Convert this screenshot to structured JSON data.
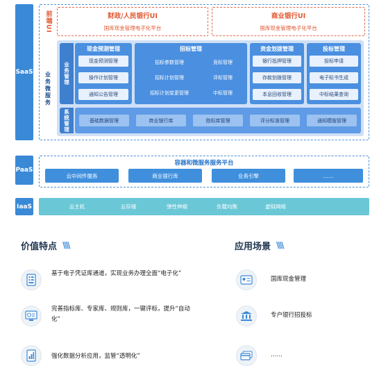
{
  "saas": {
    "tag": "SaaS",
    "frontend_label": "前端UI",
    "finance_ui": {
      "title": "财政/人民银行UI",
      "subtitle": "国库现金管理电子化平台"
    },
    "commercial_ui": {
      "title": "商业银行UI",
      "subtitle": "国库现金管理电子化平台"
    },
    "biz_services_label": "业务微服务",
    "biz_mgmt_label": "业务管理",
    "sys_mgmt_label": "系统管理",
    "panels": [
      {
        "title": "现金预测管理",
        "items": [
          "现金预测管理",
          "操作计划管理",
          "通知公告管理"
        ]
      },
      {
        "title": "招标管理",
        "items": [
          "招标参数管理",
          "竞标管理",
          "招标计划管理",
          "评标管理",
          "招标计划变更管理",
          "中标管理"
        ]
      },
      {
        "title": "资金划拨管理",
        "items": [
          "银行抵押管理",
          "存款划拨管理",
          "本息回收管理"
        ]
      },
      {
        "title": "投标管理",
        "items": [
          "投标申请",
          "电子标书生成",
          "中标结果查询"
        ]
      }
    ],
    "system_items": [
      "基础数据管理",
      "商业银行库",
      "指标库管理",
      "评分标准管理",
      "通知模版管理"
    ]
  },
  "paas": {
    "tag": "PaaS",
    "title": "容器和微服务服务平台",
    "items": [
      "云中间件服务",
      "商业银行库",
      "业务引擎",
      "……"
    ]
  },
  "iaas": {
    "tag": "IaaS",
    "items": [
      "云主机",
      "云存储",
      "弹性伸缩",
      "负载均衡",
      "虚拟网络"
    ]
  },
  "value": {
    "title": "价值特点",
    "items": [
      {
        "icon": "document-icon",
        "text": "基于电子凭证库通道，实现业务办理全面“电子化”"
      },
      {
        "icon": "monitor-icon",
        "text": "完善指标库、专家库、规则库，一键评标，提升“自动化”"
      },
      {
        "icon": "chart-doc-icon",
        "text": "强化数据分析应用，监管“透明化”"
      }
    ]
  },
  "scenes": {
    "title": "应用场景",
    "items": [
      {
        "icon": "id-card-icon",
        "text": "国库现金管理"
      },
      {
        "icon": "bank-icon",
        "text": "专户银行招投标"
      },
      {
        "icon": "cards-icon",
        "text": "……"
      }
    ]
  },
  "colors": {
    "accent": "#3a89d6",
    "frontend": "#e0572f",
    "iaas": "#6ac7d6"
  }
}
